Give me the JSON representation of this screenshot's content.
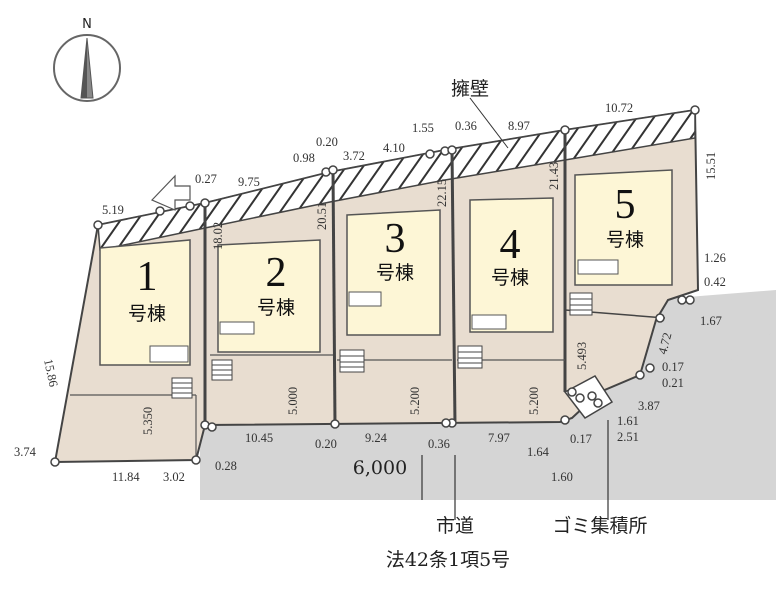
{
  "compass": {
    "north_label": "N",
    "icon": "compass-north-icon"
  },
  "labels": {
    "retaining_wall": "擁壁",
    "city_road": "市道",
    "road_law": "法42条1項5号",
    "garbage": "ゴミ集積所",
    "road_width": "6,000"
  },
  "buildings": [
    {
      "number": "1",
      "name": "号棟"
    },
    {
      "number": "2",
      "name": "号棟"
    },
    {
      "number": "3",
      "name": "号棟"
    },
    {
      "number": "4",
      "name": "号棟"
    },
    {
      "number": "5",
      "name": "号棟"
    }
  ],
  "dimensions": [
    "5.19",
    "0.27",
    "9.75",
    "0.98",
    "0.20",
    "3.72",
    "4.10",
    "1.55",
    "0.36",
    "8.97",
    "10.72",
    "15.51",
    "1.26",
    "0.42",
    "1.67",
    "4.72",
    "0.17",
    "0.21",
    "3.87",
    "1.61",
    "2.51",
    "0.17",
    "1.64",
    "1.60",
    "15.86",
    "3.74",
    "11.84",
    "3.02",
    "0.28",
    "10.45",
    "0.20",
    "9.24",
    "0.36",
    "7.97",
    "5.350",
    "5.000",
    "5.200",
    "5.200",
    "5.493",
    "18.02",
    "20.51",
    "22.15",
    "21.43"
  ],
  "colors": {
    "lot_fill": "#e8ddd0",
    "building_fill": "#fdf6d6",
    "road_fill": "#d5d5d5",
    "line": "#444444"
  }
}
